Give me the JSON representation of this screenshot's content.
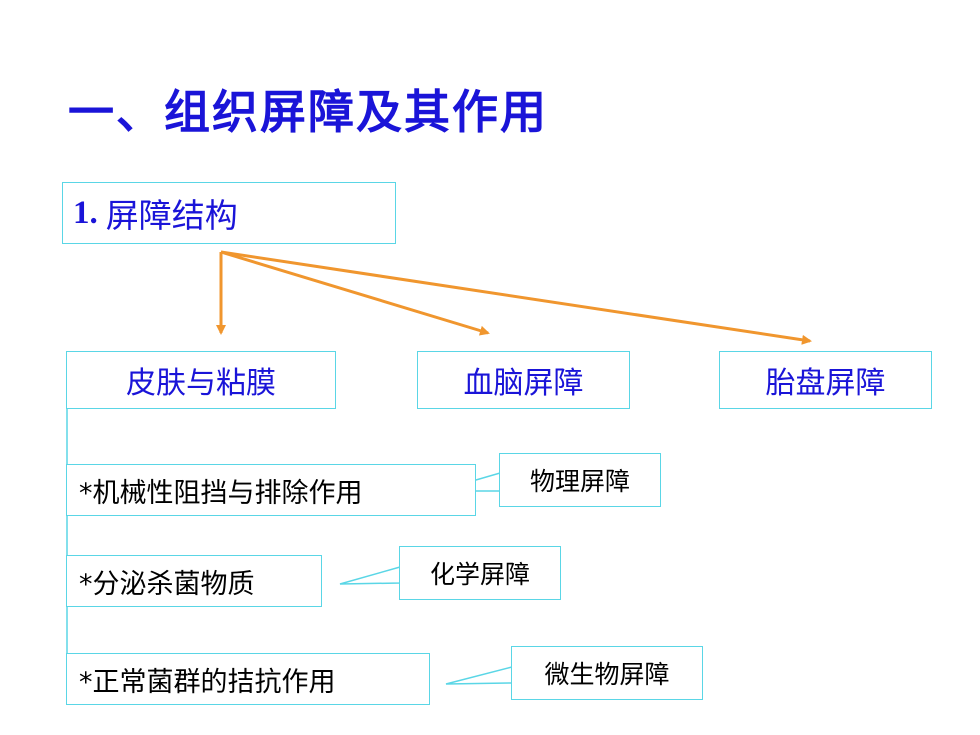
{
  "title": "一、组织屏障及其作用",
  "section": {
    "number": "1.",
    "label": "屏障结构"
  },
  "categories": [
    "皮肤与粘膜",
    "血脑屏障",
    "胎盘屏障"
  ],
  "items": [
    {
      "text": "*机械性阻挡与排除作用",
      "tag": "物理屏障"
    },
    {
      "text": "*分泌杀菌物质",
      "tag": "化学屏障"
    },
    {
      "text": "*正常菌群的拮抗作用",
      "tag": "微生物屏障"
    }
  ],
  "colors": {
    "title": "#1a14d8",
    "border": "#5ad6e6",
    "arrow": "#f0962e"
  }
}
